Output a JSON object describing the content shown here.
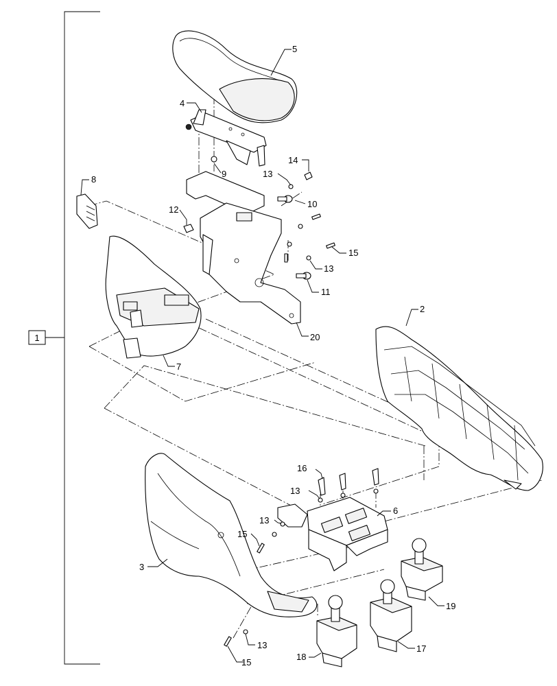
{
  "assembly": {
    "ref": "1"
  },
  "callouts": [
    {
      "id": "c2",
      "text": "2"
    },
    {
      "id": "c3",
      "text": "3"
    },
    {
      "id": "c4",
      "text": "4"
    },
    {
      "id": "c5",
      "text": "5"
    },
    {
      "id": "c6",
      "text": "6"
    },
    {
      "id": "c7",
      "text": "7"
    },
    {
      "id": "c8",
      "text": "8"
    },
    {
      "id": "c9",
      "text": "9"
    },
    {
      "id": "c10",
      "text": "10"
    },
    {
      "id": "c11",
      "text": "11"
    },
    {
      "id": "c12",
      "text": "12"
    },
    {
      "id": "c13a",
      "text": "13"
    },
    {
      "id": "c13b",
      "text": "13"
    },
    {
      "id": "c13c",
      "text": "13"
    },
    {
      "id": "c13d",
      "text": "13"
    },
    {
      "id": "c13e",
      "text": "13"
    },
    {
      "id": "c14",
      "text": "14"
    },
    {
      "id": "c15a",
      "text": "15"
    },
    {
      "id": "c15b",
      "text": "15"
    },
    {
      "id": "c15c",
      "text": "15"
    },
    {
      "id": "c16",
      "text": "16"
    },
    {
      "id": "c17",
      "text": "17"
    },
    {
      "id": "c18",
      "text": "18"
    },
    {
      "id": "c19",
      "text": "19"
    },
    {
      "id": "c20",
      "text": "20"
    }
  ]
}
